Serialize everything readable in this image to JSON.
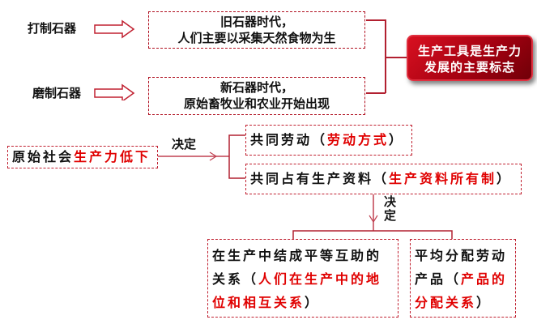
{
  "top": {
    "left_labels": [
      "打制石器",
      "磨制石器"
    ],
    "boxes": [
      {
        "line1": "旧石器时代，",
        "line2": "人们主要以采集天然食物为生"
      },
      {
        "line1": "新石器时代，",
        "line2": "原始畜牧业和农业开始出现"
      }
    ],
    "conclusion": {
      "line1": "生产工具是生产力",
      "line2": "发展的主要标志"
    }
  },
  "bottom": {
    "source": {
      "black": "原始社会",
      "red": "生产力低下"
    },
    "decides": "决定",
    "b1": {
      "black": "共同劳动（",
      "red": "劳动方式",
      "end": "）"
    },
    "b2": {
      "black": "共同占有生产资料（",
      "red": "生产资料所有制",
      "end": "）"
    },
    "decides2": "决定",
    "b3": {
      "black": "在生产中结成平等互助的关系（",
      "red": "人们在生产中的地位和相互关系",
      "end": "）"
    },
    "b4": {
      "black": "平均分配劳动产品（",
      "red": "产品的分配关系",
      "end": "）"
    }
  }
}
